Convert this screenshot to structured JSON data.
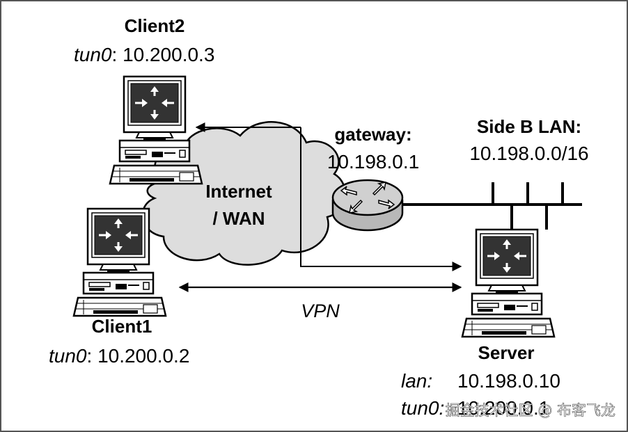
{
  "nodes": {
    "client2": {
      "name": "Client2",
      "iface": "tun0",
      "addr": "10.200.0.3"
    },
    "client1": {
      "name": "Client1",
      "iface": "tun0",
      "addr": "10.200.0.2"
    },
    "gateway": {
      "name": "gateway:",
      "addr": "10.198.0.1"
    },
    "side_b_lan": {
      "name": "Side B LAN:",
      "addr": "10.198.0.0/16"
    },
    "server": {
      "name": "Server",
      "lan_iface": "lan:",
      "lan_addr": "10.198.0.10",
      "tun_iface": "tun0:",
      "tun_addr": "10.200.0.1"
    }
  },
  "cloud": {
    "line1": "Internet",
    "line2": "/ WAN"
  },
  "vpn_label": "VPN",
  "watermark": "掘金技术社区 @ 布客飞龙",
  "colors": {
    "stroke": "#000000",
    "cloud_fill": "#dddddd",
    "router_fill": "#c8c8c8",
    "monitor_screen": "#333333",
    "frame": "#555555"
  },
  "icons": [
    "computer-icon",
    "router-icon",
    "cloud-icon"
  ]
}
